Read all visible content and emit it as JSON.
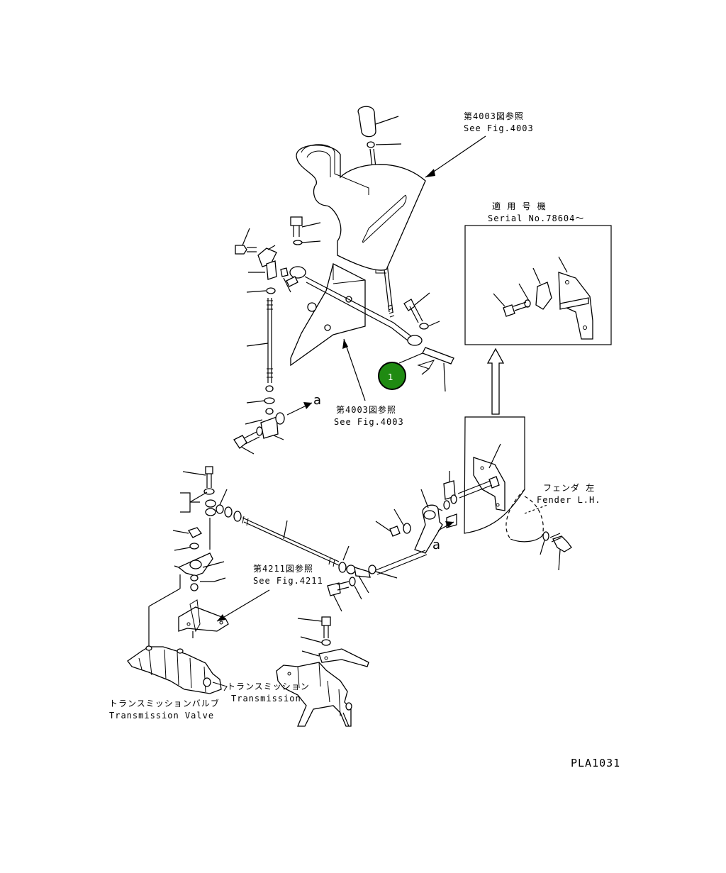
{
  "labels": {
    "ref_top_jp": "第4003図参照",
    "ref_top_en": "See Fig.4003",
    "applicable_jp": "適 用 号 機",
    "serial": "Serial No.78604～",
    "ref_mid_jp": "第4003図参照",
    "ref_mid_en": "See Fig.4003",
    "fender_jp": "フェンダ 左",
    "fender_en": "Fender L.H.",
    "ref_4211_jp": "第4211図参照",
    "ref_4211_en": "See Fig.4211",
    "transmission_jp": "トランスミッション",
    "transmission_en": "Transmission",
    "tvalve_jp": "トランスミッションバルブ",
    "tvalve_en": "Transmission Valve",
    "section_a_upper": "a",
    "section_a_lower": "a",
    "figure_code": "PLA1031"
  },
  "callouts": [
    {
      "number": "1",
      "color": "#1f8a12"
    }
  ]
}
